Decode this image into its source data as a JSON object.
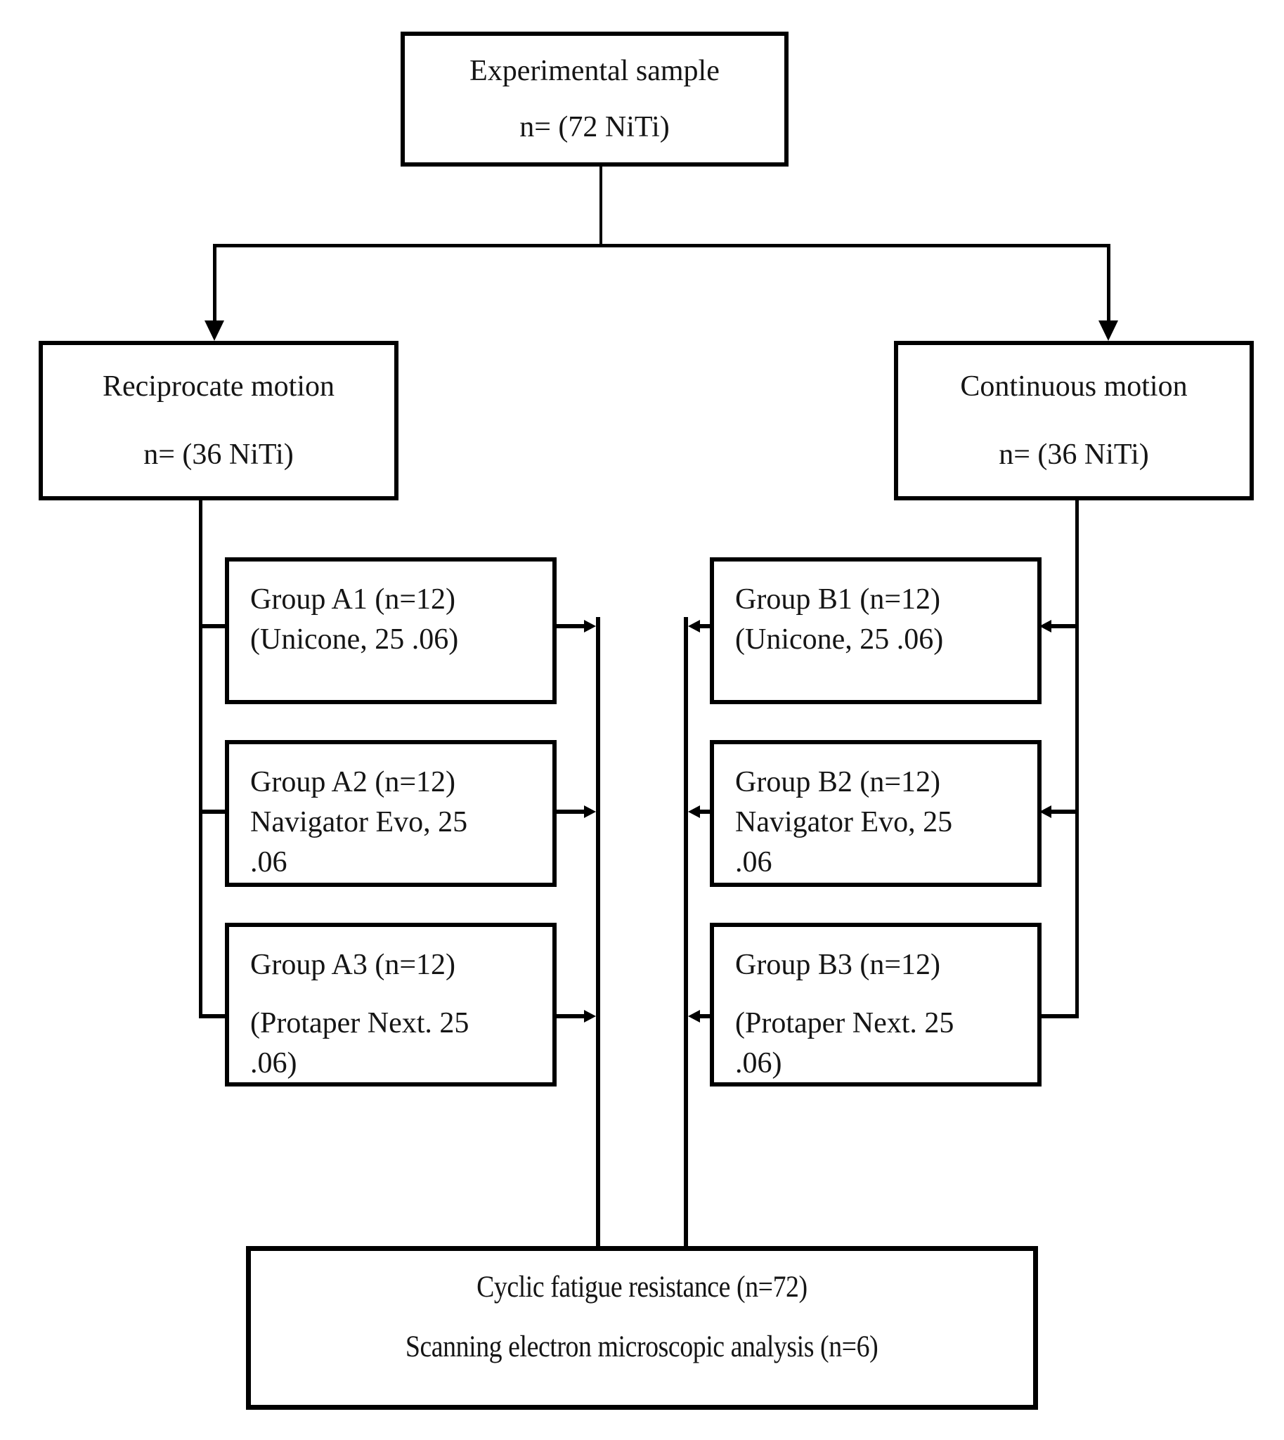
{
  "diagram": {
    "title": "Experimental study design flowchart",
    "colors": {
      "line": "#000000",
      "text": "#151515",
      "background": "#ffffff"
    },
    "nodes": {
      "experimental_sample": {
        "lines": [
          "Experimental sample",
          "n= (72 NiTi)"
        ]
      },
      "reciprocate_motion": {
        "lines": [
          "Reciprocate motion",
          "n= (36 NiTi)"
        ]
      },
      "continuous_motion": {
        "lines": [
          "Continuous motion",
          "n= (36 NiTi)"
        ]
      },
      "group_a1": {
        "lines": [
          "Group A1 (n=12)",
          "(Unicone, 25 .06)"
        ]
      },
      "group_a2": {
        "lines": [
          "Group A2 (n=12)",
          "Navigator Evo, 25",
          ".06"
        ]
      },
      "group_a3": {
        "lines": [
          "Group A3 (n=12)",
          "(Protaper Next. 25",
          ".06)"
        ]
      },
      "group_b1": {
        "lines": [
          "Group B1 (n=12)",
          "(Unicone, 25 .06)"
        ]
      },
      "group_b2": {
        "lines": [
          "Group B2 (n=12)",
          "Navigator Evo, 25",
          ".06"
        ]
      },
      "group_b3": {
        "lines": [
          "Group B3 (n=12)",
          "(Protaper Next. 25",
          ".06)"
        ]
      },
      "outcome": {
        "lines": [
          "Cyclic fatigue resistance (n=72)",
          "Scanning electron microscopic analysis (n=6)"
        ]
      }
    }
  }
}
